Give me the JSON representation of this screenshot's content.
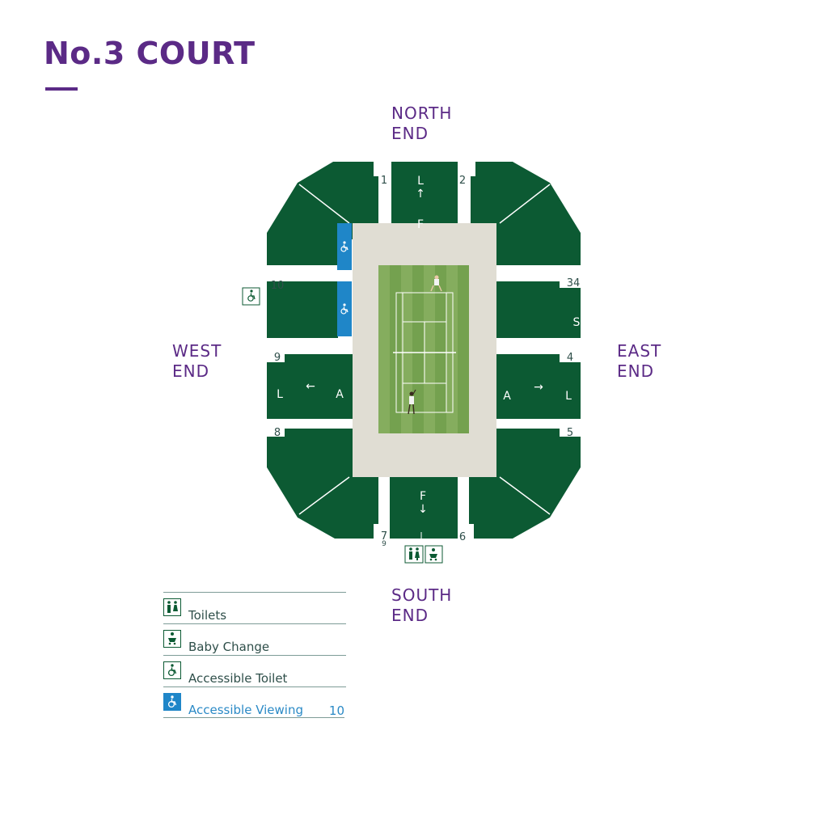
{
  "title": "No.3 COURT",
  "ends": {
    "north": [
      "NORTH",
      "END"
    ],
    "south": [
      "SOUTH",
      "END"
    ],
    "west": [
      "WEST",
      "END"
    ],
    "east": [
      "EAST",
      "END"
    ]
  },
  "gates": [
    "1",
    "2",
    "34",
    "4",
    "5",
    "6",
    "7",
    "8",
    "9",
    "10"
  ],
  "gate_extra": {
    "under_7": "9"
  },
  "section_letters": {
    "north": "L",
    "north_low": "F",
    "south": "F",
    "west_outer": "L",
    "west_inner": "A",
    "east_inner": "A",
    "east_outer": "L",
    "east_upper": "S"
  },
  "arrows": {
    "north": "↑",
    "south": "↓",
    "west": "←",
    "east": "→"
  },
  "colors": {
    "stand": "#0c5a33",
    "court_surround": "#e0ddd3",
    "grass_light": "#85ad5e",
    "grass_dark": "#74a14f",
    "accessible_blue": "#1f86c8",
    "title_purple": "#5b2a86"
  },
  "legend": [
    {
      "icon": "toilets-icon",
      "label": "Toilets"
    },
    {
      "icon": "baby-change-icon",
      "label": "Baby Change"
    },
    {
      "icon": "accessible-toilet-icon",
      "label": "Accessible Toilet"
    },
    {
      "icon": "accessible-viewing-icon",
      "label": "Accessible Viewing",
      "count": "10"
    }
  ]
}
